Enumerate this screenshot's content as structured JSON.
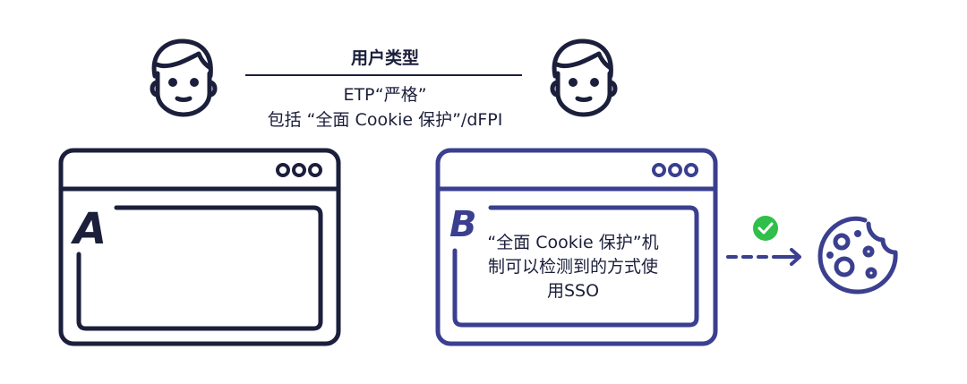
{
  "header": {
    "title": "用户类型",
    "line1": "ETP“严格”",
    "line2": "包括 “全面 Cookie 保护”/dFPI"
  },
  "browser_a": {
    "letter": "A"
  },
  "browser_b": {
    "letter": "B",
    "description": "“全面 Cookie 保护”机\n制可以检测到的方式使\n用SSO"
  },
  "colors": {
    "navy": "#1b1f3b",
    "blue": "#3a3f8f",
    "green": "#2fbf4a"
  },
  "icons": [
    "user-icon",
    "user-icon",
    "browser-dots-icon",
    "check-circle-icon",
    "dashed-arrow-icon",
    "cookie-icon"
  ]
}
